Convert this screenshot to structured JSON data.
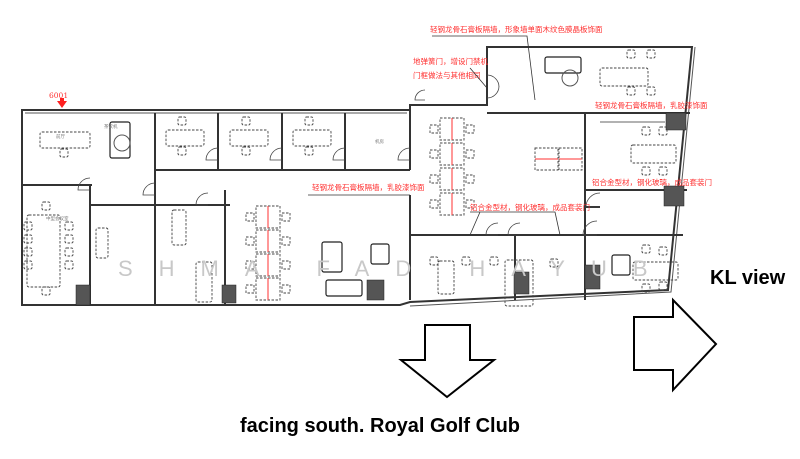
{
  "plan": {
    "unit_marker": "6001",
    "accent_color": "#ff3030",
    "notes": [
      "轻钢龙骨石膏板隔墙，形象墙单面木纹色膜晶板饰面",
      "地弹簧门，增设门禁机",
      "门框做法与其他相同",
      "轻钢龙骨石膏板隔墙，乳胶漆饰面",
      "轻钢龙骨石膏板隔墙，乳胶漆饰面",
      "铝合金型材，钢化玻璃，成品套装门",
      "铝合金型材，钢化玻璃，成品套装门"
    ],
    "rooms": {
      "reception": "前厅",
      "pantry": "茶饮机",
      "meeting_room": "中型会议室",
      "server_room": "机房"
    },
    "watermark": "SHMA FAD HAYUB"
  },
  "labels": {
    "kl_view": "KL view",
    "facing": "facing south. Royal Golf Club"
  }
}
